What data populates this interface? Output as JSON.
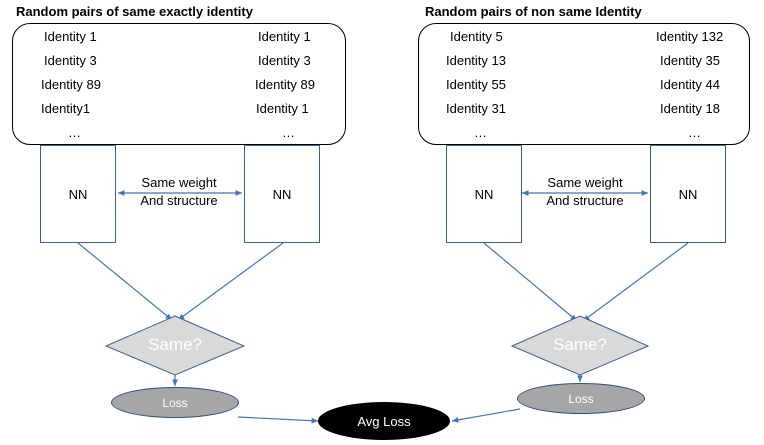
{
  "left_panel": {
    "title": "Random pairs of same exactly identity",
    "col_a": [
      "Identity 1",
      "Identity 3",
      "Identity 89",
      "Identity1",
      "…"
    ],
    "col_b": [
      "Identity 1",
      "Identity 3",
      "Identity 89",
      "Identity 1",
      "…"
    ],
    "nn_left": "NN",
    "nn_right": "NN",
    "mid_line1": "Same weight",
    "mid_line2": "And structure",
    "decision": "Same?",
    "loss": "Loss"
  },
  "right_panel": {
    "title": "Random pairs of non same Identity",
    "col_a": [
      "Identity 5",
      "Identity 13",
      "Identity 55",
      "Identity 31",
      "…"
    ],
    "col_b": [
      "Identity 132",
      "Identity 35",
      "Identity 44",
      "Identity 18",
      "…"
    ],
    "nn_left": "NN",
    "nn_right": "NN",
    "mid_line1": "Same weight",
    "mid_line2": "And structure",
    "decision": "Same?",
    "loss": "Loss"
  },
  "avg_loss": "Avg Loss",
  "colors": {
    "connector": "#4472c4",
    "nn_border": "#3f5f8f",
    "diamond_fill": "#d9d9d9",
    "loss_fill": "#a6a6a6",
    "avg_fill": "#000000"
  }
}
